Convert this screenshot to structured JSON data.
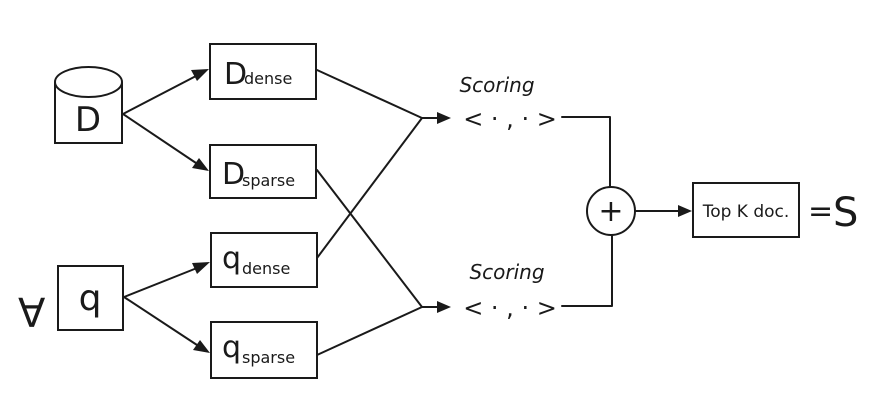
{
  "nodes": {
    "doc_store": {
      "main": "D"
    },
    "d_dense": {
      "main": "D",
      "sub": "dense"
    },
    "d_sparse": {
      "main": "D",
      "sub": "sparse"
    },
    "query": {
      "main": "q"
    },
    "q_dense": {
      "main": "q",
      "sub": "dense"
    },
    "q_sparse": {
      "main": "q",
      "sub": "sparse"
    },
    "top_k": {
      "label": "Top K doc."
    }
  },
  "scoring": [
    {
      "title": "Scoring",
      "operator": "< · , · >"
    },
    {
      "title": "Scoring",
      "operator": "< · , · >"
    }
  ],
  "sum_operator": "+",
  "forall_symbol": "∀",
  "result": {
    "equals": "=",
    "symbol": "S"
  }
}
